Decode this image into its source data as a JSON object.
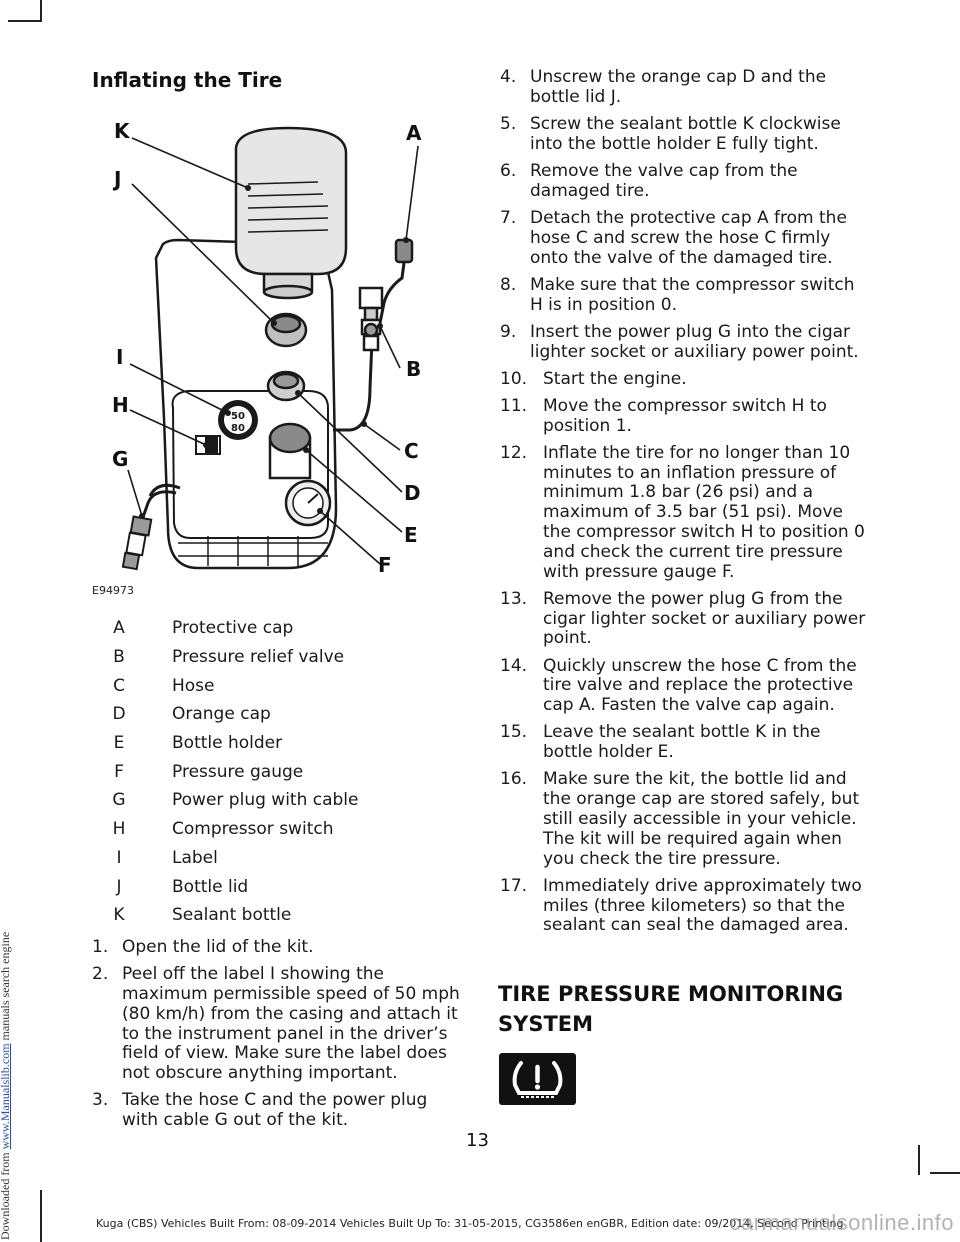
{
  "heading": "Inflating the Tire",
  "figure": {
    "code": "E94973",
    "callouts": [
      "K",
      "J",
      "A",
      "I",
      "B",
      "H",
      "C",
      "G",
      "D",
      "E",
      "F"
    ],
    "gauge_label_top": "50",
    "gauge_label_bottom": "80"
  },
  "legend": [
    {
      "letter": "A",
      "desc": "Protective cap"
    },
    {
      "letter": "B",
      "desc": "Pressure relief valve"
    },
    {
      "letter": "C",
      "desc": "Hose"
    },
    {
      "letter": "D",
      "desc": "Orange cap"
    },
    {
      "letter": "E",
      "desc": "Bottle holder"
    },
    {
      "letter": "F",
      "desc": "Pressure gauge"
    },
    {
      "letter": "G",
      "desc": "Power plug with cable"
    },
    {
      "letter": "H",
      "desc": "Compressor switch"
    },
    {
      "letter": "I",
      "desc": "Label"
    },
    {
      "letter": "J",
      "desc": "Bottle lid"
    },
    {
      "letter": "K",
      "desc": "Sealant bottle"
    }
  ],
  "steps_left": [
    {
      "num": "1.",
      "text": "Open the lid of the kit."
    },
    {
      "num": "2.",
      "text": "Peel off the label I showing the maximum permissible speed of 50 mph (80 km/h) from the casing and attach it to the instrument panel in the driver’s field of view. Make sure the label does not obscure anything important."
    },
    {
      "num": "3.",
      "text": "Take the hose C and the power plug with cable G out of the kit."
    }
  ],
  "steps_right": [
    {
      "num": "4.",
      "text": "Unscrew the orange cap D and the bottle lid J."
    },
    {
      "num": "5.",
      "text": "Screw the sealant bottle K clockwise into the bottle holder E fully tight."
    },
    {
      "num": "6.",
      "text": "Remove the valve cap from the damaged tire."
    },
    {
      "num": "7.",
      "text": "Detach the protective cap A from the hose C and screw the hose C firmly onto the valve of the damaged tire."
    },
    {
      "num": "8.",
      "text": "Make sure that the compressor switch H is in position 0."
    },
    {
      "num": "9.",
      "text": "Insert the power plug G into the cigar lighter socket or auxiliary power point."
    },
    {
      "num": "10.",
      "text": "Start the engine."
    },
    {
      "num": "11.",
      "text": "Move the compressor switch H to position 1."
    },
    {
      "num": "12.",
      "text": "Inflate the tire for no longer than 10 minutes to an inflation pressure of minimum 1.8 bar (26 psi) and a maximum of 3.5 bar (51 psi). Move the compressor switch H to position 0 and check the current tire pressure with pressure gauge F."
    },
    {
      "num": "13.",
      "text": "Remove the power plug G from the cigar lighter socket or auxiliary power point."
    },
    {
      "num": "14.",
      "text": "Quickly unscrew the hose C from the tire valve and replace the protective cap A. Fasten the valve cap again."
    },
    {
      "num": "15.",
      "text": "Leave the sealant bottle K in the bottle holder E."
    },
    {
      "num": "16.",
      "text": "Make sure the kit, the bottle lid and the orange cap are stored safely, but still easily accessible in your vehicle. The kit will be required again when you check the tire pressure."
    },
    {
      "num": "17.",
      "text": "Immediately drive approximately two miles (three kilometers) so that the sealant can seal the damaged area."
    }
  ],
  "section_title_line1": "TIRE PRESSURE MONITORING",
  "section_title_line2": "SYSTEM",
  "tpms_icon": "tire-pressure-warning-icon",
  "page_number": "13",
  "footer": "Kuga (CBS) Vehicles Built From: 08-09-2014 Vehicles Built Up To: 31-05-2015, CG3586en enGBR, Edition date: 09/2014, Second Printing",
  "side_text": {
    "prefix": "Downloaded from ",
    "link": "www.Manualslib.com",
    "suffix": " manuals search engine"
  },
  "watermark": "carmanualsonline.info"
}
